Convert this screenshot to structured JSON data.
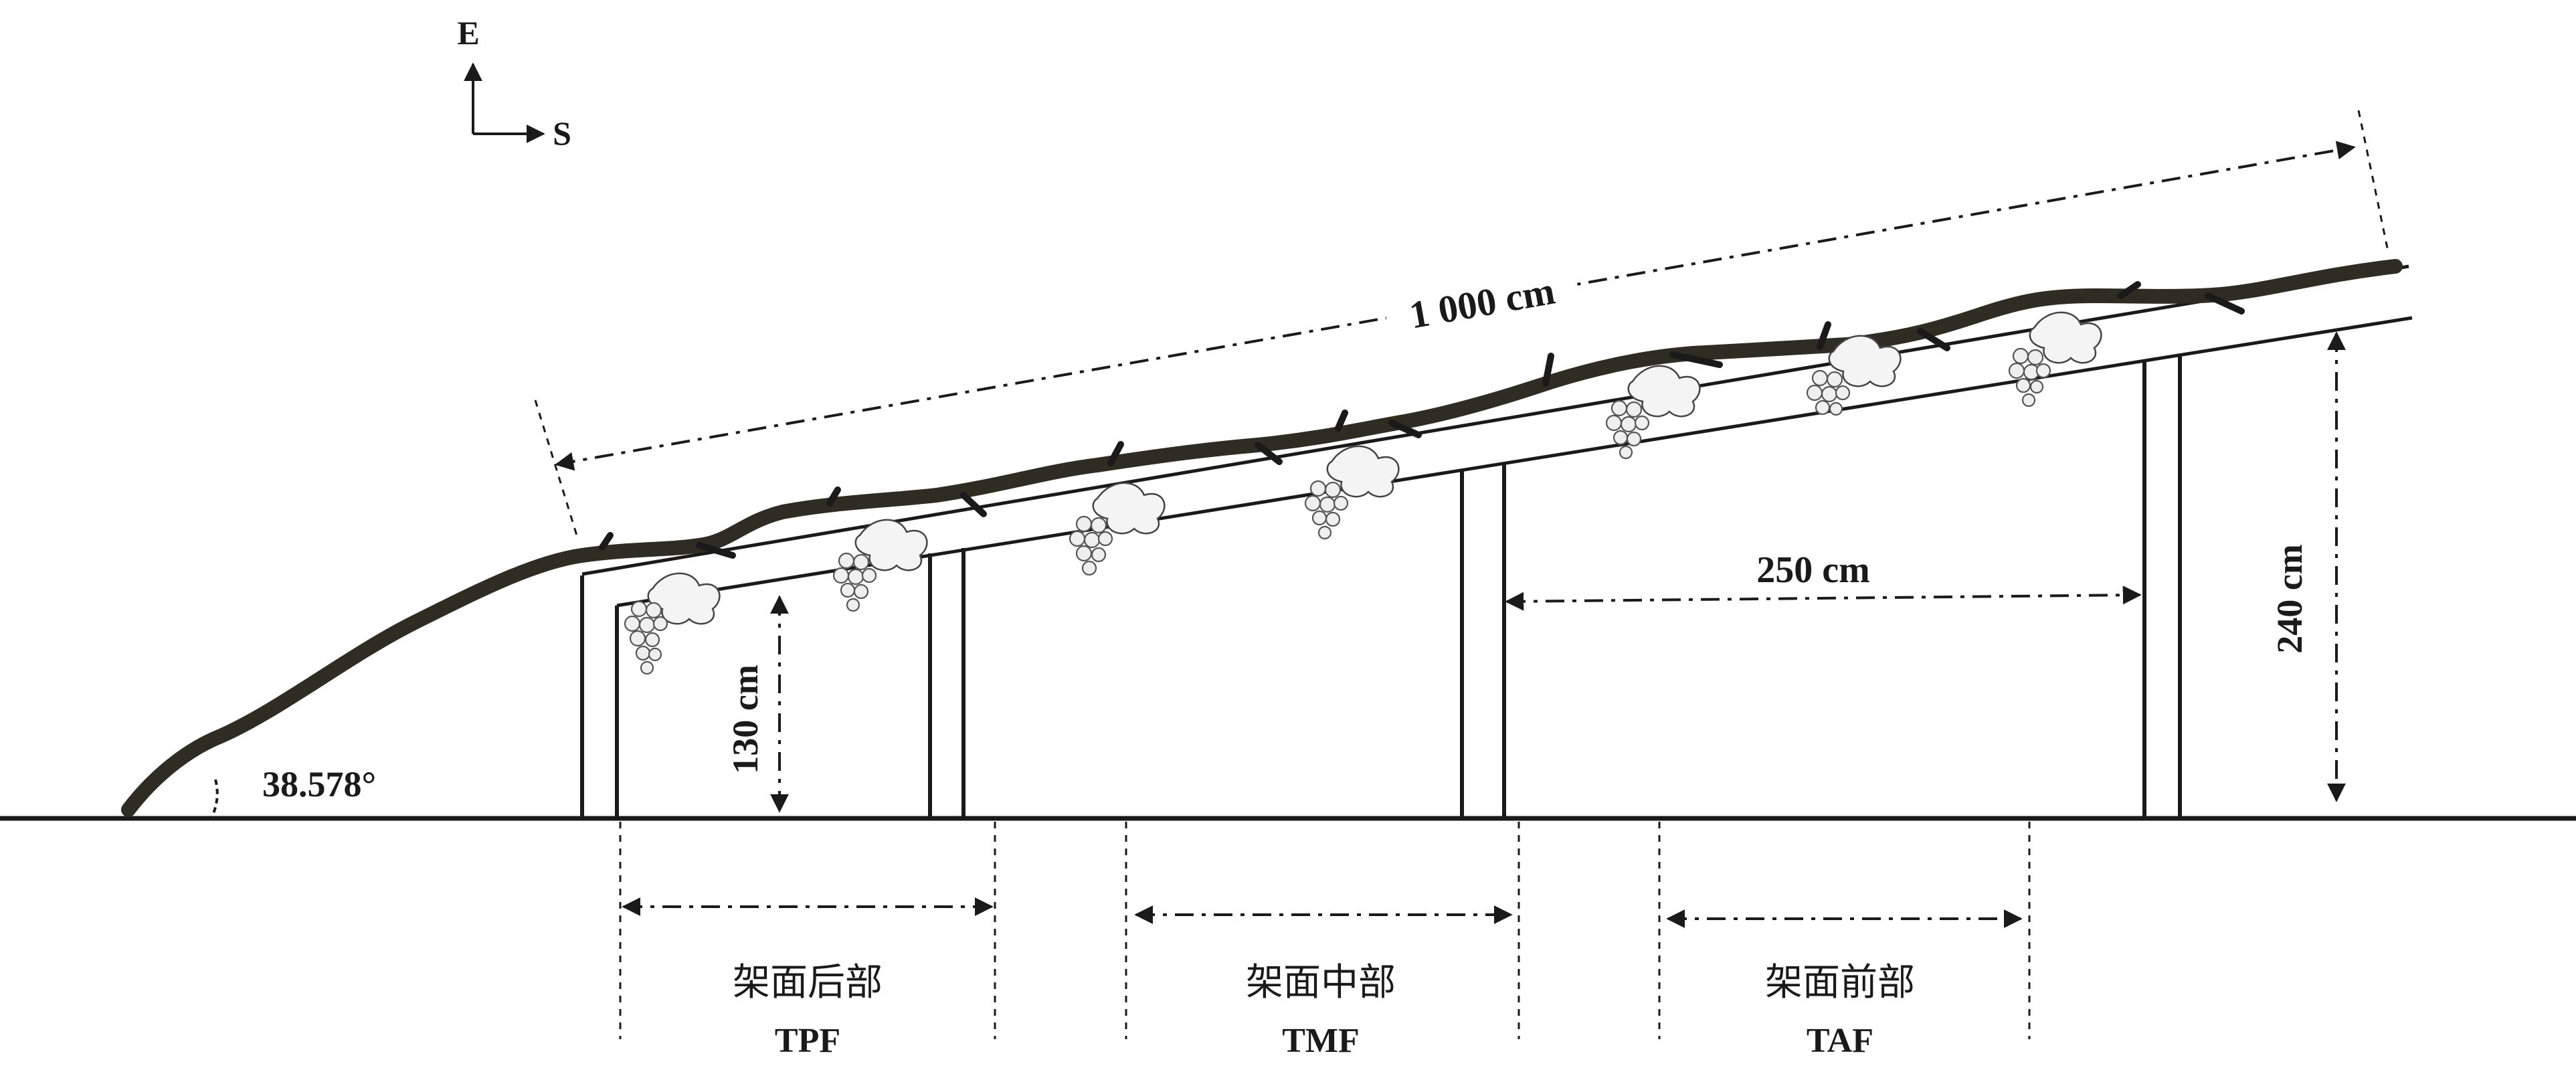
{
  "compass": {
    "north_label": "E",
    "east_label": "S"
  },
  "labels": {
    "slope_angle": "38.578°",
    "length_total": "1 000 cm",
    "height_back": "130 cm",
    "height_front": "240 cm",
    "post_spacing": "250 cm"
  },
  "zones": [
    {
      "name_cn": "架面后部",
      "abbr": "TPF"
    },
    {
      "name_cn": "架面中部",
      "abbr": "TMF"
    },
    {
      "name_cn": "架面前部",
      "abbr": "TAF"
    }
  ],
  "colors": {
    "ink": "#1a1a1a",
    "vine": "#2d2d24"
  }
}
